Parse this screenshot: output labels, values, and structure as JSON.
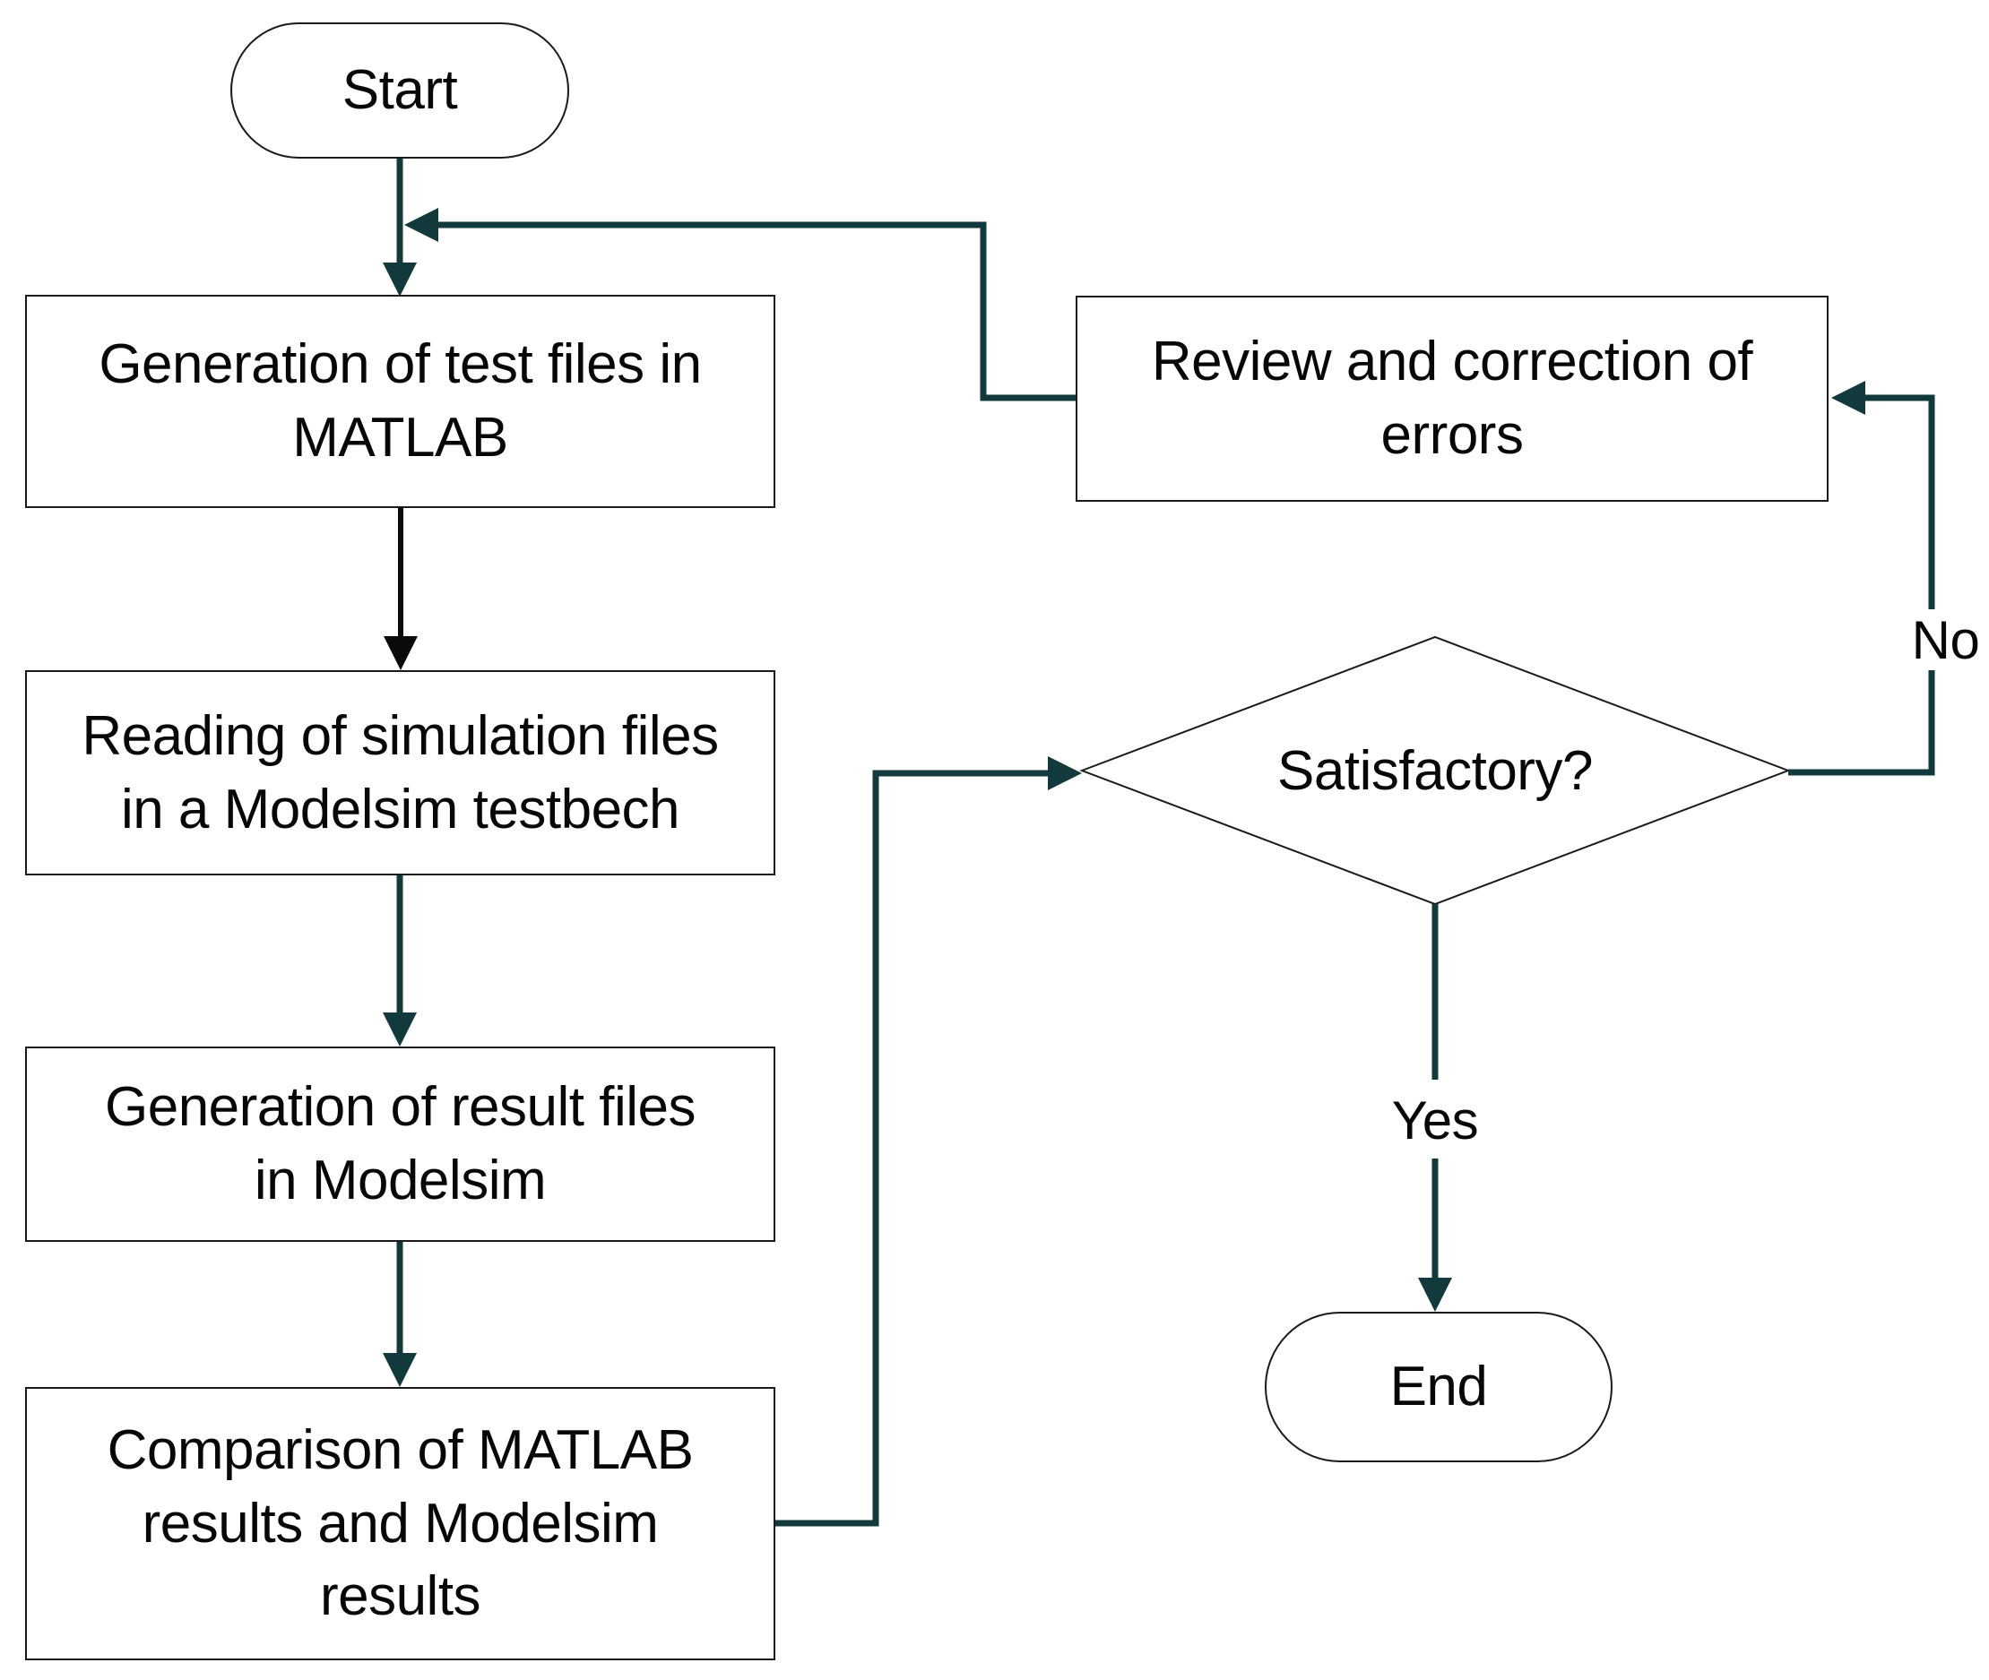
{
  "colors": {
    "connector_teal": "#12393c",
    "connector_black": "#0a0a0a",
    "shape_border": "#1a1a1a",
    "background": "#ffffff",
    "text": "#070707"
  },
  "nodes": {
    "start": {
      "type": "terminator",
      "label": "Start"
    },
    "process1": {
      "type": "process",
      "label": "Generation of test files in\nMATLAB"
    },
    "process2": {
      "type": "process",
      "label": "Reading of simulation files\nin a Modelsim testbech"
    },
    "process3": {
      "type": "process",
      "label": "Generation of result files\nin Modelsim"
    },
    "process4": {
      "type": "process",
      "label": "Comparison of MATLAB\nresults and Modelsim\nresults"
    },
    "review": {
      "type": "process",
      "label": "Review and correction of\nerrors"
    },
    "decision": {
      "type": "decision",
      "label": "Satisfactory?"
    },
    "end": {
      "type": "terminator",
      "label": "End"
    }
  },
  "edges": [
    {
      "from": "start",
      "to": "process1",
      "label": ""
    },
    {
      "from": "process1",
      "to": "process2",
      "label": ""
    },
    {
      "from": "process2",
      "to": "process3",
      "label": ""
    },
    {
      "from": "process3",
      "to": "process4",
      "label": ""
    },
    {
      "from": "process4",
      "to": "decision",
      "label": ""
    },
    {
      "from": "decision",
      "to": "review",
      "label": "No"
    },
    {
      "from": "decision",
      "to": "end",
      "label": "Yes"
    },
    {
      "from": "review",
      "to": "process1",
      "label": ""
    }
  ]
}
